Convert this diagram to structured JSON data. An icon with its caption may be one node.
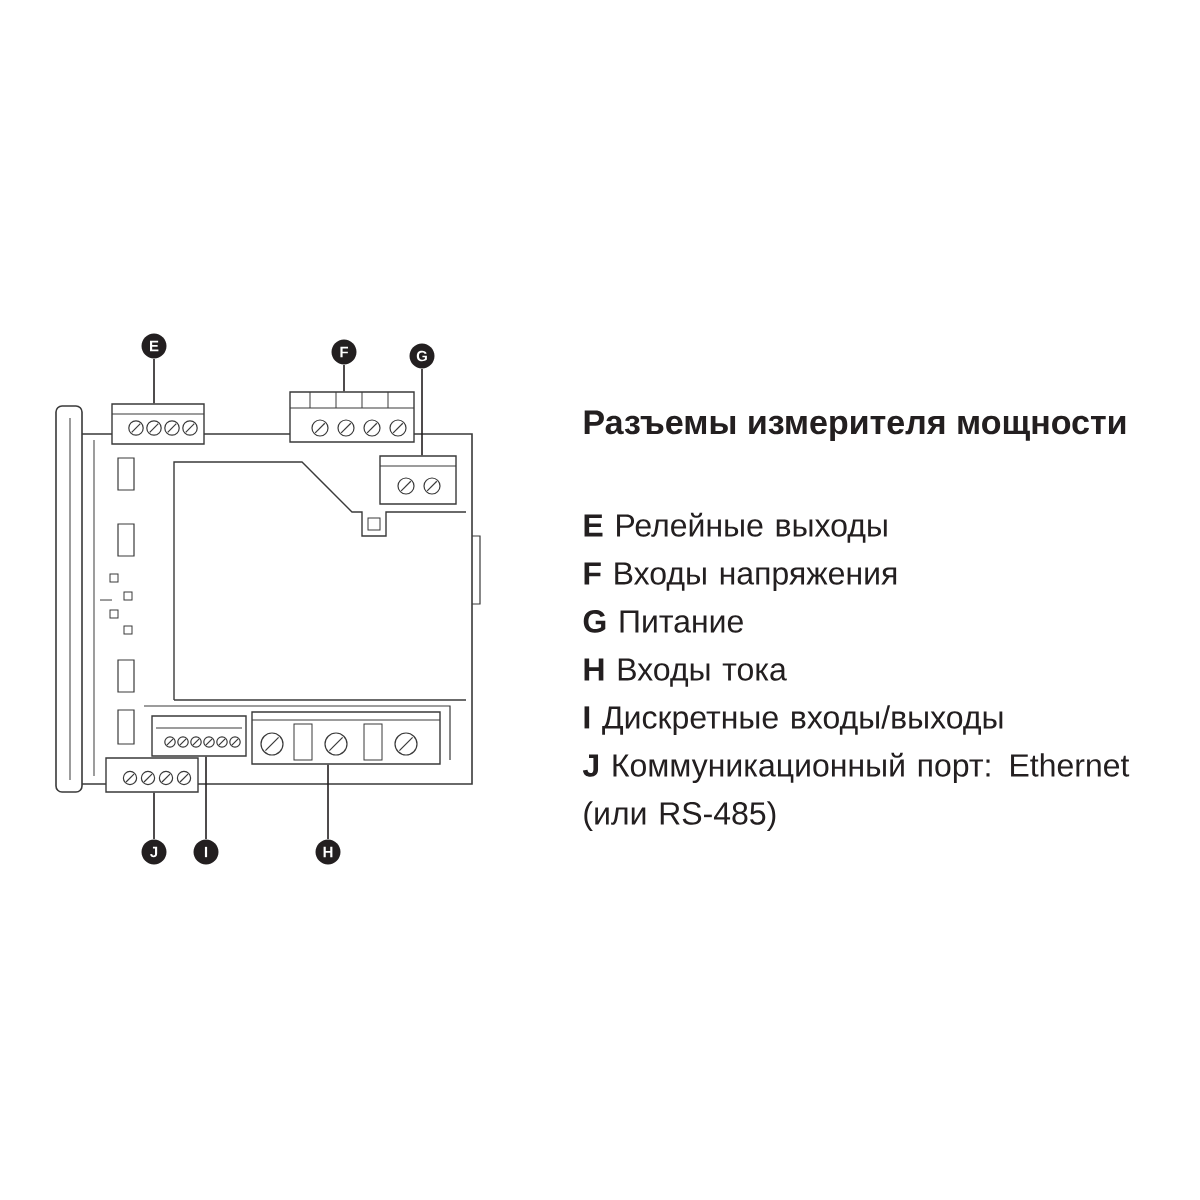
{
  "diagram": {
    "title": "Разъемы измерителя мощности",
    "nodes": [
      {
        "text": [
          "E"
        ]
      },
      {
        "text": [
          "F"
        ]
      },
      {
        "text": [
          "G"
        ]
      },
      {
        "text": [
          "J"
        ]
      },
      {
        "text": [
          "I"
        ]
      },
      {
        "text": [
          "H"
        ]
      },
      {
        "text": [],
        "shape": "box"
      },
      {
        "text": [],
        "shape": "box"
      },
      {
        "text": [],
        "shape": "box"
      },
      {
        "text": [],
        "shape": "box"
      },
      {
        "text": [],
        "shape": "box"
      },
      {
        "text": [],
        "shape": "box"
      }
    ],
    "edges": [
      {
        "from": 0,
        "to": 6,
        "arrow": "none"
      },
      {
        "from": 1,
        "to": 7,
        "arrow": "none"
      },
      {
        "from": 2,
        "to": 8,
        "arrow": "none"
      },
      {
        "from": 3,
        "to": 9,
        "arrow": "none"
      },
      {
        "from": 4,
        "to": 10,
        "arrow": "none"
      },
      {
        "from": 5,
        "to": 11,
        "arrow": "none"
      }
    ],
    "labels": [
      "**E** Релейные выходы",
      "**F** Входы напряжения",
      "**G** Питание",
      "**H** Входы тока",
      "**I** Дискретные входы/выходы",
      "**J** Коммуникационный порт: Ethernet (или RS-485)"
    ]
  }
}
